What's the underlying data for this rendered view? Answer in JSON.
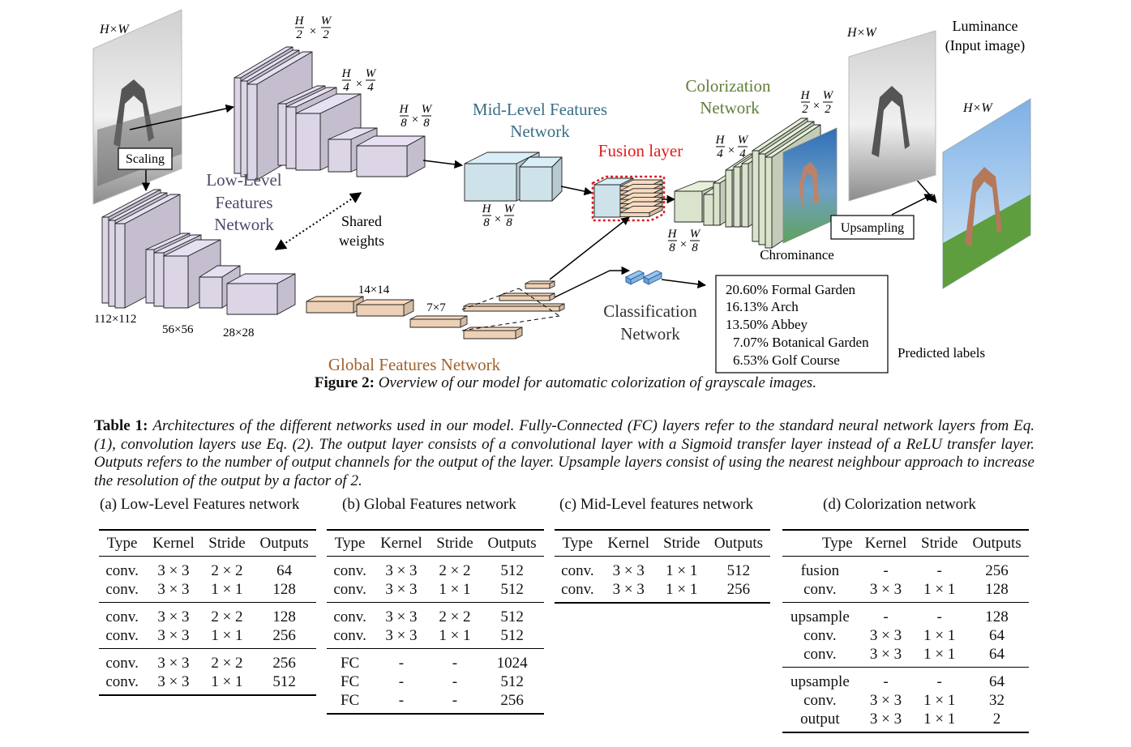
{
  "figure": {
    "input_dim": "H×W",
    "scaling_label": "Scaling",
    "low_level_title": [
      "Low-Level",
      "Features",
      "Network"
    ],
    "low_dims": [
      "H/2×W/2",
      "H/4×W/4",
      "H/8×W/8"
    ],
    "low_dim_h2": "H",
    "low_dim_w2": "W",
    "low_dim_d2": "2",
    "low_dim_d4": "4",
    "low_dim_d8": "8",
    "shared_weights": [
      "Shared",
      "weights"
    ],
    "scaled_dims": [
      "112×112",
      "56×56",
      "28×28"
    ],
    "global_dims": [
      "14×14",
      "7×7"
    ],
    "global_title": "Global Features Network",
    "mid_title": [
      "Mid-Level Features",
      "Network"
    ],
    "fusion_title": "Fusion layer",
    "colorization_title": [
      "Colorization",
      "Network"
    ],
    "chrominance_label": "Chrominance",
    "upsampling_label": "Upsampling",
    "luminance_label": [
      "Luminance",
      "(Input image)"
    ],
    "classification_title": [
      "Classification",
      "Network"
    ],
    "predicted_labels_title": "Predicted labels",
    "predictions": [
      "20.60% Formal Garden",
      "16.13% Arch",
      "13.50% Abbey",
      "7.07% Botanical Garden",
      "6.53% Golf Course"
    ],
    "colors": {
      "low_level": "#e6e0f2",
      "mid_level": "#d9eef6",
      "global": "#f9dcc0",
      "colorization": "#e5f0d8",
      "fusion": "#e11b1b",
      "mid_title_color": "#3a6e86",
      "global_title_color": "#a0622c",
      "colorization_title_color": "#5f7f3a",
      "low_title_color": "#4a4a6a"
    }
  },
  "figure_caption": {
    "label": "Figure 2:",
    "text": "Overview of our model for automatic colorization of grayscale images."
  },
  "table_caption": {
    "label": "Table 1:",
    "text": "Architectures of the different networks used in our model. Fully-Connected (FC) layers refer to the standard neural network layers from Eq. (1), convolution layers use Eq. (2). The output layer consists of a convolutional layer with a Sigmoid transfer layer instead of a ReLU transfer layer. Outputs refers to the number of output channels for the output of the layer. Upsample layers consist of using the nearest neighbour approach to increase the resolution of the output by a factor of 2."
  },
  "tables": [
    {
      "caption": "(a) Low-Level Features network",
      "headers": [
        "Type",
        "Kernel",
        "Stride",
        "Outputs"
      ],
      "groups": [
        [
          [
            "conv.",
            "3 × 3",
            "2 × 2",
            "64"
          ],
          [
            "conv.",
            "3 × 3",
            "1 × 1",
            "128"
          ]
        ],
        [
          [
            "conv.",
            "3 × 3",
            "2 × 2",
            "128"
          ],
          [
            "conv.",
            "3 × 3",
            "1 × 1",
            "256"
          ]
        ],
        [
          [
            "conv.",
            "3 × 3",
            "2 × 2",
            "256"
          ],
          [
            "conv.",
            "3 × 3",
            "1 × 1",
            "512"
          ]
        ]
      ]
    },
    {
      "caption": "(b) Global Features network",
      "headers": [
        "Type",
        "Kernel",
        "Stride",
        "Outputs"
      ],
      "groups": [
        [
          [
            "conv.",
            "3 × 3",
            "2 × 2",
            "512"
          ],
          [
            "conv.",
            "3 × 3",
            "1 × 1",
            "512"
          ]
        ],
        [
          [
            "conv.",
            "3 × 3",
            "2 × 2",
            "512"
          ],
          [
            "conv.",
            "3 × 3",
            "1 × 1",
            "512"
          ]
        ],
        [
          [
            "FC",
            "-",
            "-",
            "1024"
          ],
          [
            "FC",
            "-",
            "-",
            "512"
          ],
          [
            "FC",
            "-",
            "-",
            "256"
          ]
        ]
      ]
    },
    {
      "caption": "(c) Mid-Level features network",
      "headers": [
        "Type",
        "Kernel",
        "Stride",
        "Outputs"
      ],
      "groups": [
        [
          [
            "conv.",
            "3 × 3",
            "1 × 1",
            "512"
          ],
          [
            "conv.",
            "3 × 3",
            "1 × 1",
            "256"
          ]
        ]
      ]
    },
    {
      "caption": "(d) Colorization network",
      "headers": [
        "Type",
        "Kernel",
        "Stride",
        "Outputs"
      ],
      "groups": [
        [
          [
            "fusion",
            "-",
            "-",
            "256"
          ],
          [
            "conv.",
            "3 × 3",
            "1 × 1",
            "128"
          ]
        ],
        [
          [
            "upsample",
            "-",
            "-",
            "128"
          ],
          [
            "conv.",
            "3 × 3",
            "1 × 1",
            "64"
          ],
          [
            "conv.",
            "3 × 3",
            "1 × 1",
            "64"
          ]
        ],
        [
          [
            "upsample",
            "-",
            "-",
            "64"
          ],
          [
            "conv.",
            "3 × 3",
            "1 × 1",
            "32"
          ],
          [
            "output",
            "3 × 3",
            "1 × 1",
            "2"
          ]
        ]
      ]
    }
  ]
}
